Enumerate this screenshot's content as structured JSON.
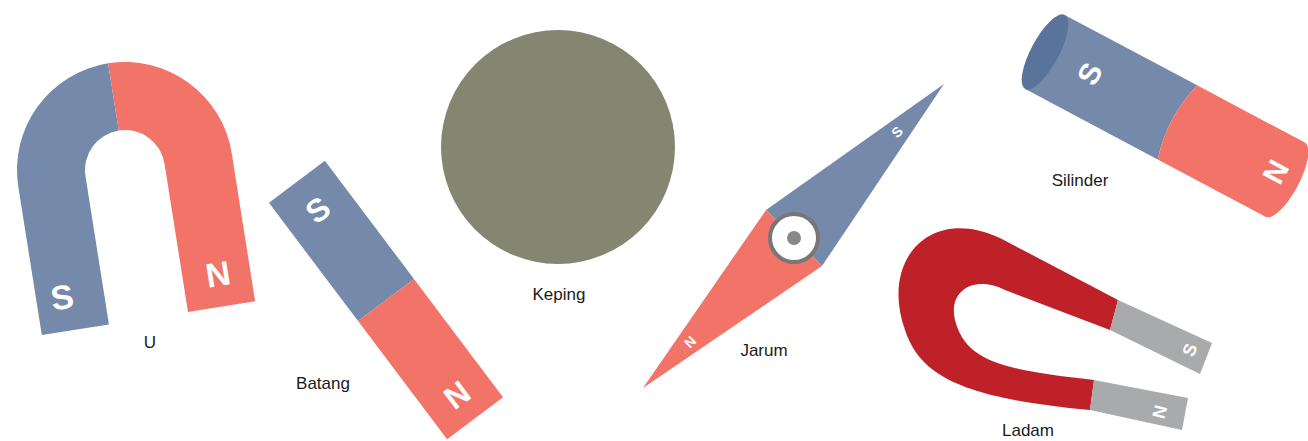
{
  "diagram": {
    "labels": [
      "S",
      "N",
      "U",
      "S",
      "N",
      "Batang",
      "Keping",
      "S",
      "N",
      "Jarum",
      "S",
      "N",
      "Silinder",
      "S",
      "N",
      "Ladam"
    ]
  }
}
